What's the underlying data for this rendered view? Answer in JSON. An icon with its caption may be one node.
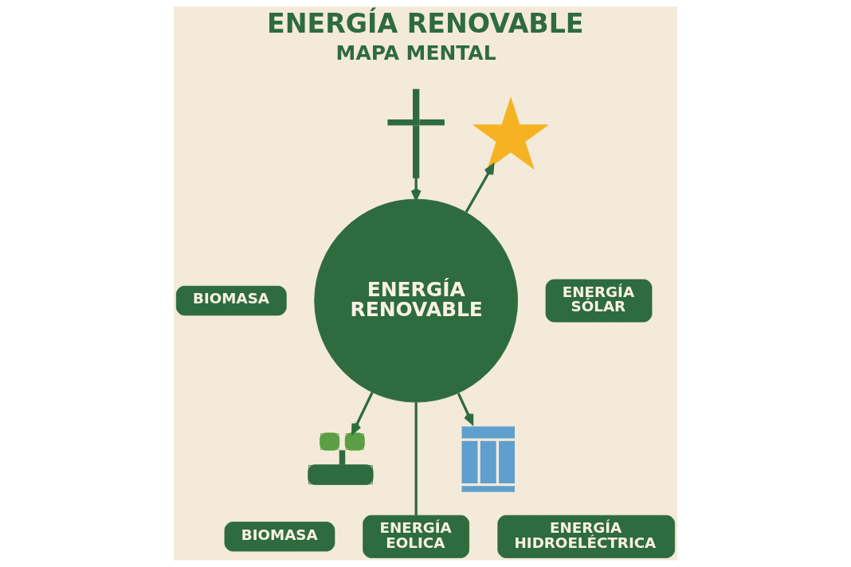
{
  "diagram": {
    "title": "ENERGÍA RENOVABLE",
    "nodes": [
      {
        "text": [],
        "shape": "picture"
      },
      {
        "text": [],
        "shape": "picture"
      },
      {
        "text": [
          "ENERGÍA RENOVABLE"
        ]
      },
      {
        "text": [
          "ENERGÍA SÓLAR"
        ]
      },
      {
        "text": [
          "BIOMASA"
        ]
      },
      {
        "text": [],
        "shape": "picture"
      },
      {
        "text": [],
        "shape": "picture"
      },
      {
        "text": [
          "BIOMASA"
        ]
      },
      {
        "text": [
          "ENERGÍA EOLICA"
        ]
      },
      {
        "text": [
          "ENERGÍA HIDROELÉCTRICA"
        ]
      }
    ],
    "edges": [
      {
        "from": 0,
        "to": 2,
        "arrow": "to"
      },
      {
        "from": 2,
        "to": 1,
        "arrow": "to"
      },
      {
        "from": 2,
        "to": 6,
        "arrow": "to"
      },
      {
        "from": 2,
        "to": 8,
        "arrow": "none"
      },
      {
        "from": 2,
        "to": 5,
        "arrow": "to"
      }
    ],
    "labels": [
      "MAPA MENTAL"
    ]
  }
}
